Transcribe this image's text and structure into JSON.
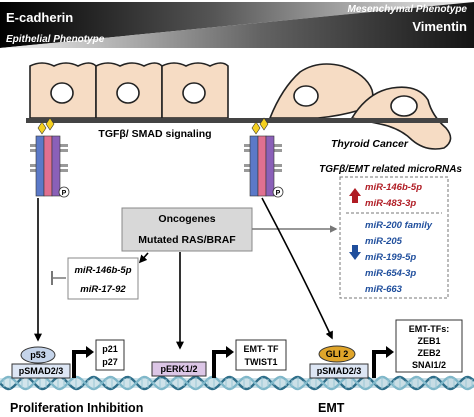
{
  "header": {
    "left_marker": "E-cadherin",
    "left_phenotype": "Epithelial Phenotype",
    "right_phenotype": "Mesenchymal Phenotype",
    "right_marker": "Vimentin"
  },
  "labels": {
    "tgf_smad": "TGFβ/ SMAD signaling",
    "thyroid_cancer": "Thyroid Cancer",
    "tgf_emt_mirnas": "TGFβ/EMT related microRNAs",
    "phospho": "P"
  },
  "oncogenes": {
    "title": "Oncogenes",
    "subtitle": "Mutated RAS/BRAF"
  },
  "mirna_up": [
    "miR-146b-5p",
    "miR-483-3p"
  ],
  "mirna_down": [
    "miR-200 family",
    "miR-205",
    "miR-199-5p",
    "miR-654-3p",
    "miR-663"
  ],
  "mirna_inhibit": [
    "miR-146b-5p",
    "miR-17-92"
  ],
  "nodes": {
    "p53": "p53",
    "psmad_left": "pSMAD2/3",
    "p21": "p21",
    "p27": "p27",
    "perk": "pERK1/2",
    "emt_tf": "EMT- TF",
    "twist1": "TWIST1",
    "gli2": "GLI 2",
    "psmad_right": "pSMAD2/3",
    "emt_tfs_title": "EMT-TFs:",
    "zeb1": "ZEB1",
    "zeb2": "ZEB2",
    "snai": "SNAI1/2"
  },
  "bottom": {
    "left": "Proliferation Inhibition",
    "right": "EMT"
  },
  "colors": {
    "up_arrow": "#b01c24",
    "down_arrow": "#1f4e9c",
    "up_text": "#b01c24",
    "down_text": "#1f4e9c",
    "cell_fill": "#f6dcc4",
    "p53_fill": "#c5d4ea",
    "psmad_fill": "#dde6f4",
    "perk_fill": "#dcc6e6",
    "gli2_fill": "#e0a52a"
  }
}
